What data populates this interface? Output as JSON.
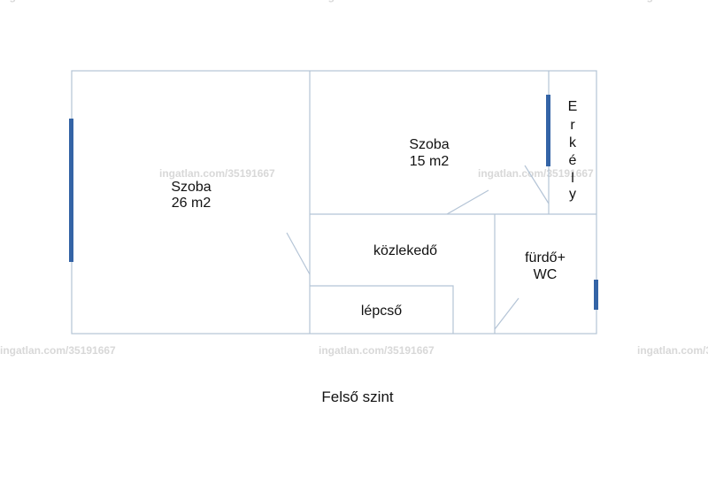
{
  "colors": {
    "wall": "#b4c4d6",
    "window": "#3464a6",
    "text": "#111111",
    "watermark": "#d8d8d8"
  },
  "floor_plan": {
    "caption": "Felső szint",
    "rooms": [
      {
        "id": "room-26",
        "name": "Szoba",
        "area": "26 m2"
      },
      {
        "id": "room-15",
        "name": "Szoba",
        "area": "15 m2"
      },
      {
        "id": "corridor",
        "name": "közlekedő"
      },
      {
        "id": "stairs",
        "name": "lépcső"
      },
      {
        "id": "bathroom",
        "name": "fürdő+",
        "area": "WC"
      }
    ],
    "balcony": {
      "letters": [
        "E",
        "r",
        "k",
        "é",
        "l",
        "y"
      ]
    }
  },
  "watermark": {
    "text": "ingatlan.com/35191667"
  }
}
